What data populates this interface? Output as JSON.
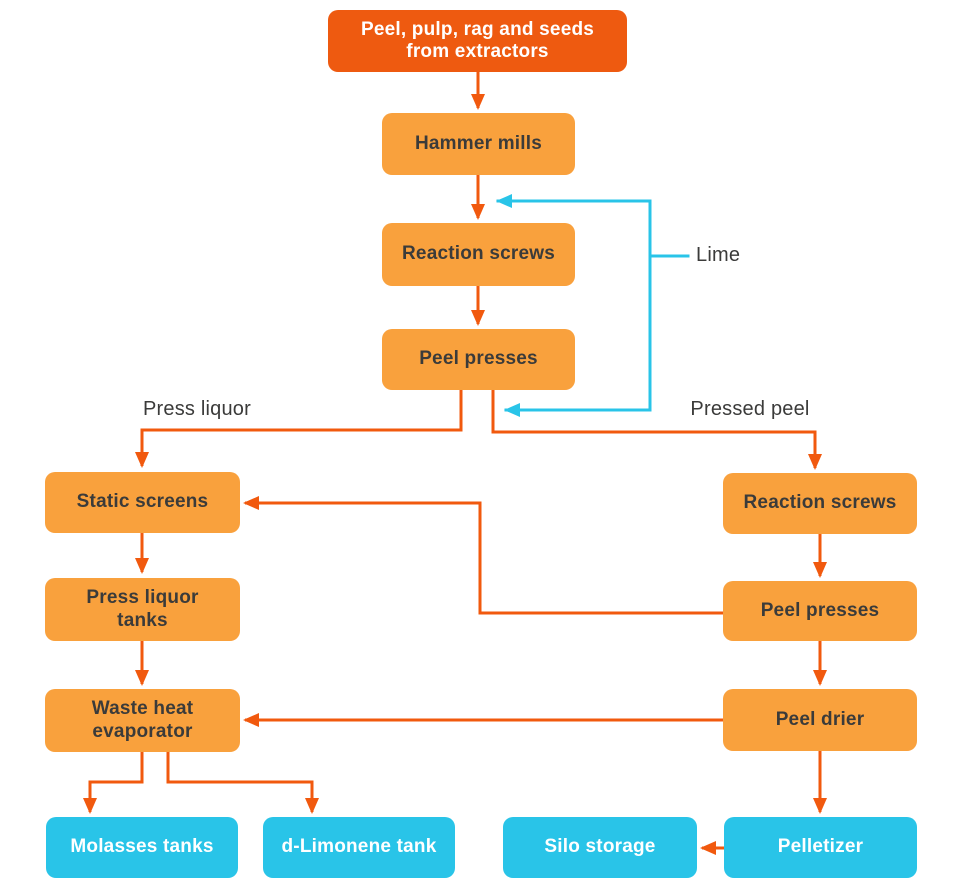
{
  "diagram": {
    "type": "process-flow",
    "nodes": {
      "extractors_feed": {
        "label": "Peel, pulp, rag and seeds from extractors",
        "kind": "source"
      },
      "hammer_mills": {
        "label": "Hammer mills",
        "kind": "process"
      },
      "reaction_screws_main": {
        "label": "Reaction screws",
        "kind": "process"
      },
      "peel_presses_main": {
        "label": "Peel presses",
        "kind": "process"
      },
      "static_screens": {
        "label": "Static screens",
        "kind": "process"
      },
      "press_liquor_tanks": {
        "label": "Press liquor tanks",
        "kind": "process"
      },
      "waste_heat_evaporator": {
        "label": "Waste heat evaporator",
        "kind": "process"
      },
      "reaction_screws_peel": {
        "label": "Reaction screws",
        "kind": "process"
      },
      "peel_presses_peel": {
        "label": "Peel presses",
        "kind": "process"
      },
      "peel_drier": {
        "label": "Peel drier",
        "kind": "process"
      },
      "molasses_tanks": {
        "label": "Molasses tanks",
        "kind": "product"
      },
      "d_limonene_tank": {
        "label": "d-Limonene tank",
        "kind": "product"
      },
      "silo_storage": {
        "label": "Silo storage",
        "kind": "product"
      },
      "pelletizer": {
        "label": "Pelletizer",
        "kind": "product"
      }
    },
    "stream_labels": {
      "lime": "Lime",
      "press_liquor": "Press liquor",
      "pressed_peel": "Pressed peel"
    },
    "edges": [
      {
        "from": "extractors_feed",
        "to": "hammer_mills"
      },
      {
        "from": "hammer_mills",
        "to": "reaction_screws_main"
      },
      {
        "from": "reaction_screws_main",
        "to": "peel_presses_main"
      },
      {
        "from": "peel_presses_main",
        "to": "static_screens",
        "label": "Press liquor"
      },
      {
        "from": "peel_presses_main",
        "to": "reaction_screws_peel",
        "label": "Pressed peel"
      },
      {
        "from": "static_screens",
        "to": "press_liquor_tanks"
      },
      {
        "from": "press_liquor_tanks",
        "to": "waste_heat_evaporator"
      },
      {
        "from": "waste_heat_evaporator",
        "to": "molasses_tanks"
      },
      {
        "from": "waste_heat_evaporator",
        "to": "d_limonene_tank"
      },
      {
        "from": "reaction_screws_peel",
        "to": "peel_presses_peel"
      },
      {
        "from": "peel_presses_peel",
        "to": "peel_drier"
      },
      {
        "from": "peel_presses_peel",
        "to": "static_screens"
      },
      {
        "from": "peel_drier",
        "to": "waste_heat_evaporator"
      },
      {
        "from": "peel_drier",
        "to": "pelletizer"
      },
      {
        "from": "pelletizer",
        "to": "silo_storage"
      },
      {
        "from": "lime",
        "to": "hammer_mills_outflow",
        "label": "Lime"
      },
      {
        "from": "lime",
        "to": "pressed_peel_stream",
        "label": "Lime"
      }
    ],
    "colors": {
      "source_box": "#EE5A10",
      "process_box": "#F9A13D",
      "product_box": "#29C4E8",
      "flow_arrow": "#F1590E",
      "lime_line": "#29C4E8",
      "dark_text": "#3B3B3A",
      "light_text": "#FFFFFF",
      "background": "#FFFFFF"
    }
  }
}
